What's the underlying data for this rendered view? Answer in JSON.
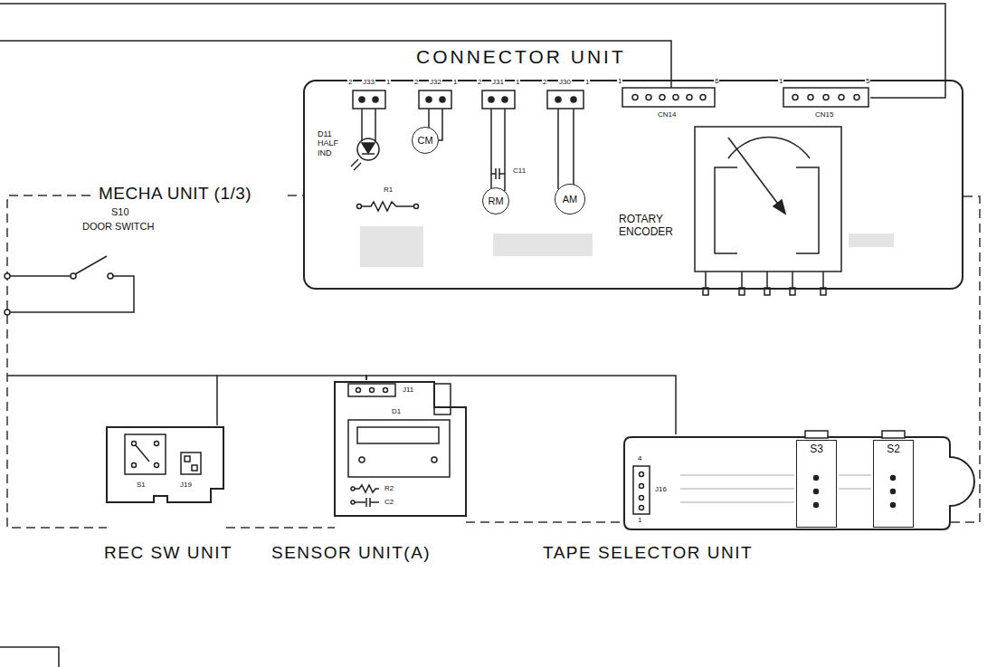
{
  "diagram": {
    "nodes": [
      {
        "text": [
          "CONNECTOR UNIT"
        ]
      },
      {
        "text": [
          "CM"
        ],
        "in": 0
      },
      {
        "text": [
          "RM"
        ],
        "in": 0
      },
      {
        "text": [
          "AM"
        ],
        "in": 0
      },
      {
        "text": [
          "REC SW UNIT"
        ]
      },
      {
        "text": [
          "SENSOR UNIT(A)"
        ]
      },
      {
        "text": [
          "TAPE SELECTOR UNIT"
        ]
      },
      {
        "text": [
          "S3"
        ],
        "in": 6
      },
      {
        "text": [
          "S2"
        ],
        "in": 6
      }
    ],
    "edges": [
      {
        "from": 4,
        "to": 5,
        "arrow": "none"
      },
      {
        "from": 5,
        "to": 6,
        "arrow": "none"
      }
    ],
    "labels": [
      "MECHA UNIT (1/3)",
      "S10",
      "DOOR SWITCH",
      "D11 HALF IND",
      "2",
      "J33",
      "1",
      "2",
      "J32",
      "1",
      "2",
      "J31",
      "1",
      "2",
      "J30",
      "1",
      "1",
      "CN14",
      "6",
      "1",
      "CN15",
      "5",
      "R1",
      "C11",
      "ROTARY ENCODER",
      "S1",
      "J19",
      "J11",
      "D1",
      "R2",
      "C2",
      "4",
      "J16",
      "1"
    ]
  }
}
